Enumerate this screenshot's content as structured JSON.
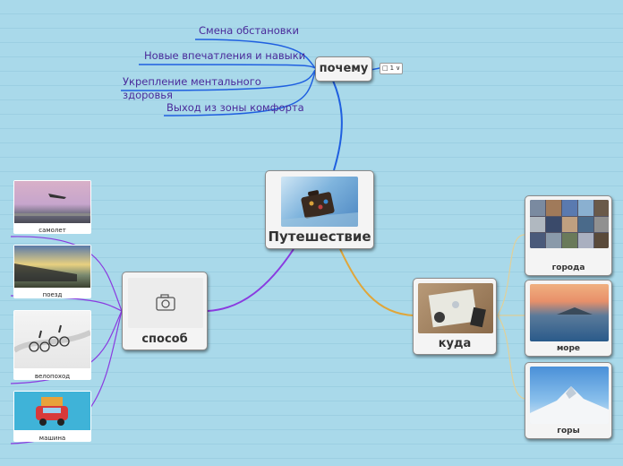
{
  "central": {
    "label": "Путешествие"
  },
  "why": {
    "label": "почему",
    "badge": "1",
    "items": [
      "Смена обстановки",
      "Новые впечатления и навыки",
      "Укрепление ментального здоровья",
      "Выход из зоны комфорта"
    ]
  },
  "way": {
    "label": "способ",
    "items": [
      "самолет",
      "поезд",
      "велопоход",
      "машина"
    ]
  },
  "where": {
    "label": "куда",
    "items": [
      "города",
      "море",
      "горы"
    ]
  },
  "colors": {
    "why_branch": "#1f5fe0",
    "why_items": "#6b3fc0",
    "way_branch": "#8a3be0",
    "where_branch": "#e0a63a"
  }
}
